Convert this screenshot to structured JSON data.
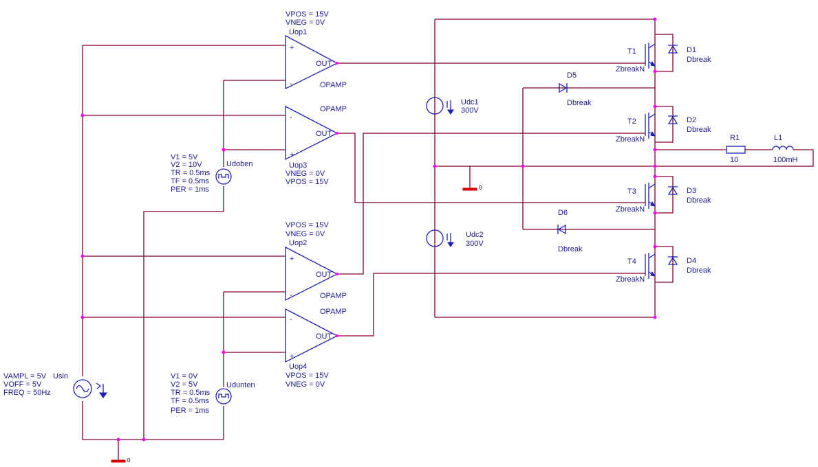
{
  "opamps": {
    "uop1": {
      "name": "Uop1",
      "model": "OPAMP",
      "vpos": "VPOS = 15V",
      "vneg": "VNEG = 0V",
      "plus": "+",
      "minus": "-",
      "out": "OUT"
    },
    "uop3": {
      "name": "Uop3",
      "model": "OPAMP",
      "vpos": "VPOS = 15V",
      "vneg": "VNEG = 0V",
      "plus": "+",
      "minus": "-",
      "out": "OUT"
    },
    "uop2": {
      "name": "Uop2",
      "model": "OPAMP",
      "vpos": "VPOS = 15V",
      "vneg": "VNEG = 0V",
      "plus": "+",
      "minus": "-",
      "out": "OUT"
    },
    "uop4": {
      "name": "Uop4",
      "model": "OPAMP",
      "vpos": "VPOS = 15V",
      "vneg": "VNEG = 0V",
      "plus": "+",
      "minus": "-",
      "out": "OUT"
    }
  },
  "sources": {
    "udoben": {
      "name": "Udoben",
      "v1": "V1 = 5V",
      "v2": "V2 = 10V",
      "tr": "TR = 0.5ms",
      "tf": "TF = 0.5ms",
      "per": "PER = 1ms"
    },
    "udunten": {
      "name": "Udunten",
      "v1": "V1 = 0V",
      "v2": "V2 = 5V",
      "tr": "TR = 0.5ms",
      "tf": "TF = 0.5ms",
      "per": "PER = 1ms"
    },
    "usin": {
      "name": "Usin",
      "vampl": "VAMPL = 5V",
      "voff": "VOFF = 5V",
      "freq": "FREQ = 50Hz"
    },
    "udc1": {
      "name": "Udc1",
      "value": "300V"
    },
    "udc2": {
      "name": "Udc2",
      "value": "300V"
    }
  },
  "transistors": {
    "t1": {
      "name": "T1",
      "model": "ZbreakN"
    },
    "t2": {
      "name": "T2",
      "model": "ZbreakN"
    },
    "t3": {
      "name": "T3",
      "model": "ZbreakN"
    },
    "t4": {
      "name": "T4",
      "model": "ZbreakN"
    }
  },
  "diodes": {
    "d1": {
      "name": "D1",
      "model": "Dbreak"
    },
    "d2": {
      "name": "D2",
      "model": "Dbreak"
    },
    "d3": {
      "name": "D3",
      "model": "Dbreak"
    },
    "d4": {
      "name": "D4",
      "model": "Dbreak"
    },
    "d5": {
      "name": "D5",
      "model": "Dbreak"
    },
    "d6": {
      "name": "D6",
      "model": "Dbreak"
    }
  },
  "load": {
    "r1": {
      "name": "R1",
      "value": "10"
    },
    "l1": {
      "name": "L1",
      "value": "100mH"
    }
  },
  "grounds": {
    "label": "0"
  },
  "colors": {
    "wire": "#800028",
    "component": "#1f1fb4",
    "ground": "#dd0000",
    "junction": "#ff00ff"
  }
}
